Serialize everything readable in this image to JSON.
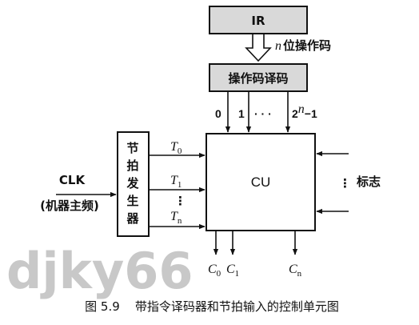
{
  "diagram": {
    "ir_label": "IR",
    "opcode_bits_n": "n",
    "opcode_bits_label": "位操作码",
    "decoder_label": "操作码译码",
    "decoder_outputs": {
      "first": "0",
      "second": "1",
      "ellipsis": "· · ·",
      "last": "2",
      "last_sup": "n",
      "last_suffix": "−1"
    },
    "beat_generator_chars": [
      "节",
      "拍",
      "发",
      "生",
      "器"
    ],
    "clk_label": "CLK",
    "clk_sublabel": "(机器主频)",
    "timing_signals": {
      "t0_main": "T",
      "t0_sub": "0",
      "t1_main": "T",
      "t1_sub": "1",
      "vdots": "⋮",
      "tn_main": "T",
      "tn_sub": "n"
    },
    "cu_label": "CU",
    "flags_dots": "⋮",
    "flags_label": "标志",
    "control_outputs": {
      "c0_main": "C",
      "c0_sub": "0",
      "c1_main": "C",
      "c1_sub": "1",
      "cn_main": "C",
      "cn_sub": "n"
    },
    "caption": "图 5.9    带指令译码器和节拍输入的控制单元图",
    "watermark": "djky66"
  }
}
